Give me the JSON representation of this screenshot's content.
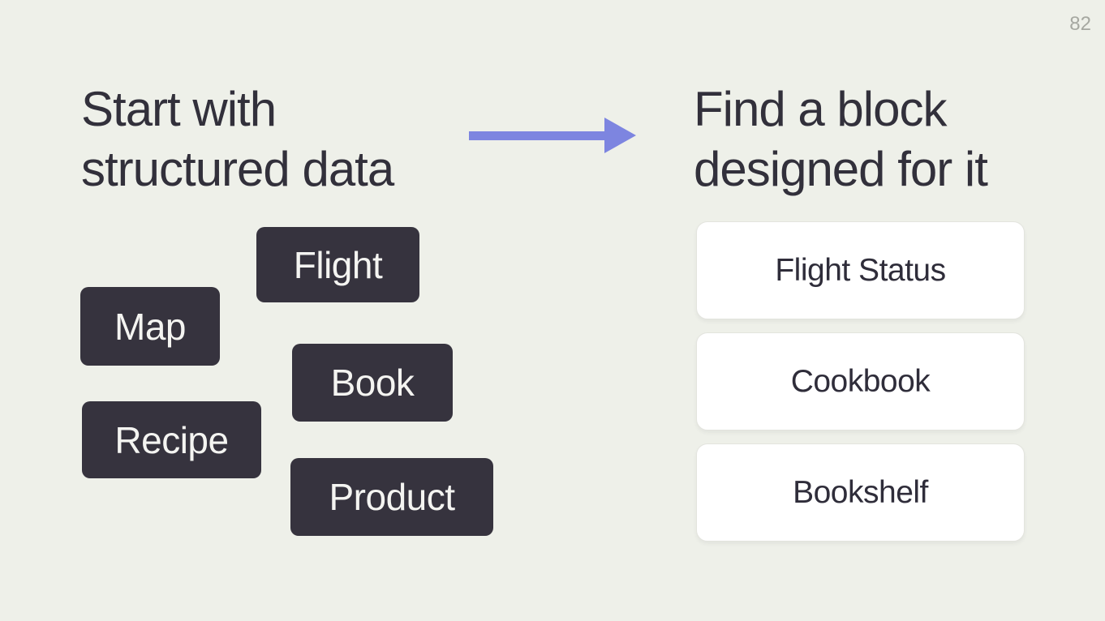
{
  "slide": {
    "page_number": "82",
    "left_heading": "Start with\nstructured data",
    "right_heading": "Find a block\ndesigned for it",
    "chips": [
      {
        "label": "Flight"
      },
      {
        "label": "Map"
      },
      {
        "label": "Book"
      },
      {
        "label": "Recipe"
      },
      {
        "label": "Product"
      }
    ],
    "cards": [
      {
        "label": "Flight Status"
      },
      {
        "label": "Cookbook"
      },
      {
        "label": "Bookshelf"
      }
    ],
    "icons": {
      "arrow": "arrow-right-icon"
    },
    "colors": {
      "background": "#eef0e9",
      "heading_text": "#32303b",
      "chip_background": "#36333e",
      "chip_text": "#f4f4f1",
      "card_background": "#ffffff",
      "card_border": "#e3e4de",
      "card_text": "#2f2d3a",
      "arrow": "#7d85e0",
      "page_number_text": "#a6a8a1"
    }
  }
}
